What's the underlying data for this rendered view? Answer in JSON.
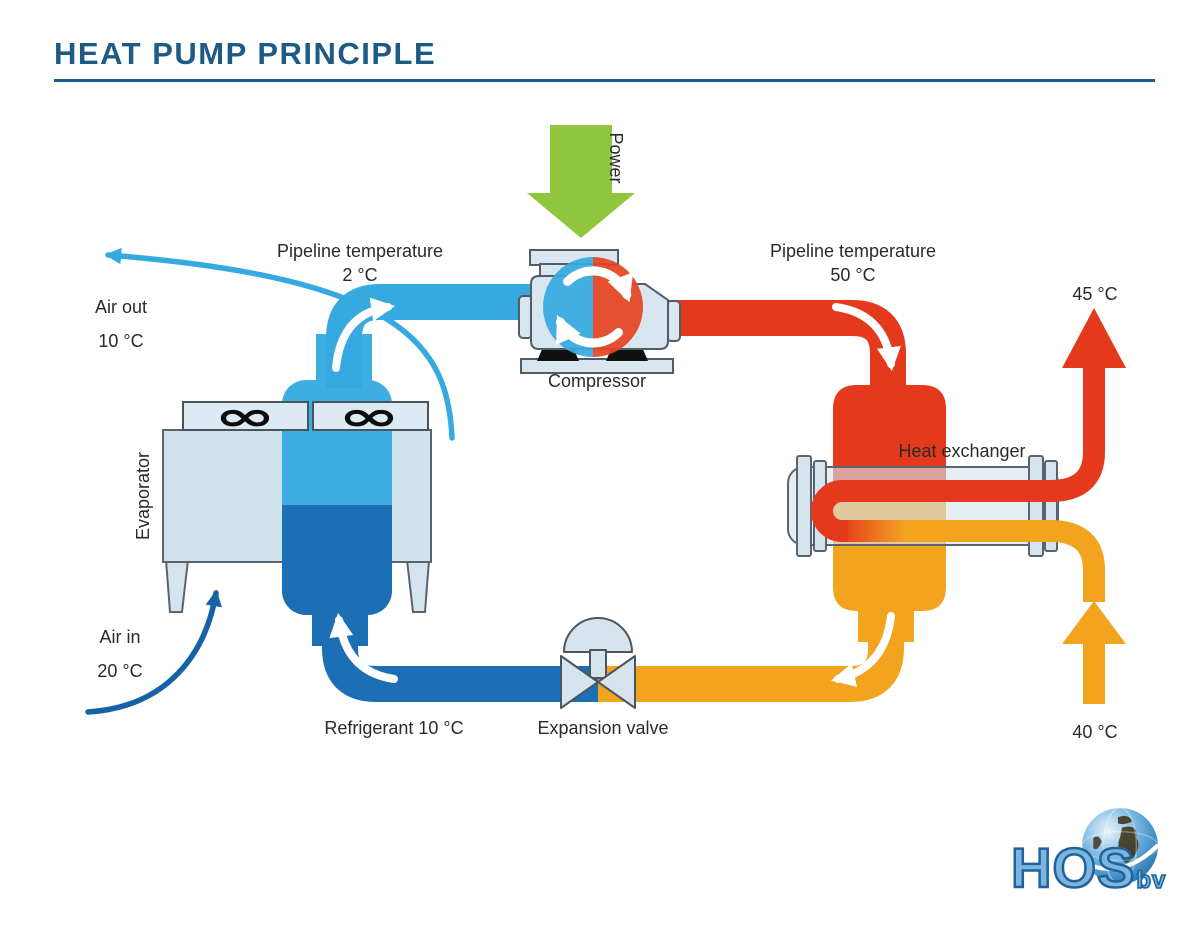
{
  "header": {
    "title": "HEAT PUMP PRINCIPLE"
  },
  "diagram": {
    "power_label": "Power",
    "fan_glyph": "∞",
    "components": {
      "evaporator": "Evaporator",
      "compressor": "Compressor",
      "heat_exchanger": "Heat exchanger",
      "expansion_valve": "Expansion valve"
    },
    "labels": {
      "pipeline_left_line1": "Pipeline temperature",
      "pipeline_left_line2": "2 °C",
      "pipeline_right_line1": "Pipeline temperature",
      "pipeline_right_line2": "50 °C",
      "air_out_line1": "Air out",
      "air_out_line2": "10 °C",
      "air_in_line1": "Air in",
      "air_in_line2": "20 °C",
      "refrigerant": "Refrigerant 10 °C",
      "water_out_temp": "45 °C",
      "water_in_temp": "40 °C"
    },
    "colors": {
      "cold_gas_pipe": "#35a9e0",
      "cold_liquid_pipe": "#1c6fb5",
      "hot_pipe": "#e5391e",
      "warm_pipe": "#f2a41f",
      "power_arrow_green": "#8fc63d",
      "title_blue": "#1d5b85",
      "equipment_fill": "#d6e4ee",
      "equipment_stroke": "#59646e"
    }
  },
  "logo": {
    "text": "HOS",
    "suffix": "bv"
  }
}
